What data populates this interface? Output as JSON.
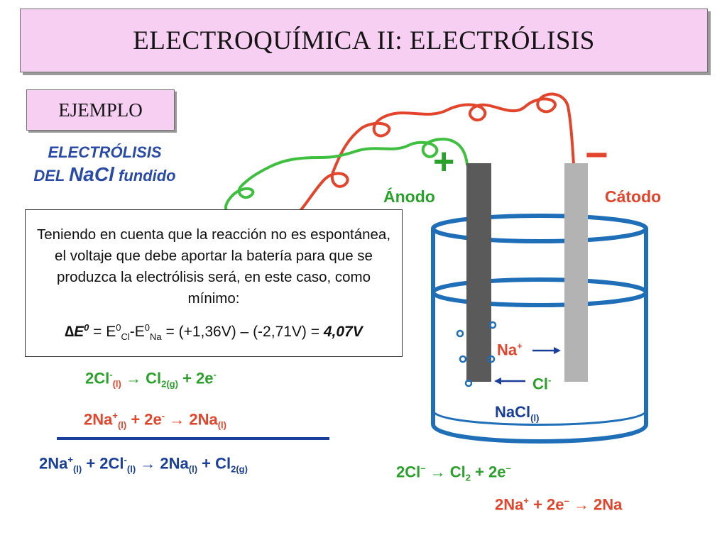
{
  "header": {
    "title": "ELECTROQUÍMICA II:  ELECTRÓLISIS"
  },
  "example": {
    "label": "EJEMPLO"
  },
  "subtitle": {
    "line1": "ELECTRÓLISIS",
    "line2_a": "DEL ",
    "line2_b": "NaCl",
    "line2_c": " fundido"
  },
  "note": {
    "text": "Teniendo en cuenta que la reacción no es espontánea, el voltaje que debe aportar la batería para que se produzca la electrólisis será, en este caso, como mínimo:",
    "delta": "∆E",
    "delta_sup": "0",
    "eq_sign": " = E",
    "e0_sup": "0",
    "cl_sub": "Cl",
    "minus": "-E",
    "e0b_sup": "0",
    "na_sub": "Na",
    "values": " = (+1,36V) – (-2,71V) = ",
    "result": "4,07V"
  },
  "cell": {
    "anode_sign": "+",
    "cathode_sign": "−",
    "anode_label": "Ánodo",
    "cathode_label": "Cátodo",
    "na_ion": "Na",
    "na_charge": "+",
    "cl_ion": "Cl",
    "cl_charge": "-",
    "electrolyte": "NaCl",
    "electrolyte_state": "(l)"
  },
  "reactions": {
    "oxidation": {
      "r1": "2Cl",
      "r1c": "-",
      "r1s": "(l)",
      "arrow": " → ",
      "p1": "Cl",
      "p1s": "2(g)",
      "plus": " +  2e",
      "ec": "-"
    },
    "reduction": {
      "r1": "2Na",
      "r1c": "+",
      "r1s": "(l)",
      "plus": " +  2e",
      "ec": "-",
      "arrow": " → ",
      "p1": "2Na",
      "p1s": "(l)"
    },
    "overall": {
      "a": "2Na",
      "ac": "+",
      "as": "(l)",
      "plus1": " +  2Cl",
      "bc": "-",
      "bs": "(l)",
      "arrow": " → ",
      "c": "2Na",
      "cs": "(l)",
      "plus2": " + Cl",
      "ds": "2(g)"
    }
  },
  "cell_reactions": {
    "anode": {
      "r": "2Cl",
      "rc": "–",
      "arrow": "  → ",
      "p": "Cl",
      "ps": "2",
      "plus": " +  2e",
      "ec": "–"
    },
    "cathode": {
      "r": "2Na",
      "rc": "+",
      "plus": " +  2e",
      "ec": "–",
      "arrow": "  → ",
      "p": "2Na"
    }
  },
  "colors": {
    "title_bg": "#f6cff2",
    "anode_green": "#2aa12a",
    "cathode_red": "#e2452b",
    "water_blue": "#1f6fb8",
    "text_blue": "#1a3f9a"
  }
}
